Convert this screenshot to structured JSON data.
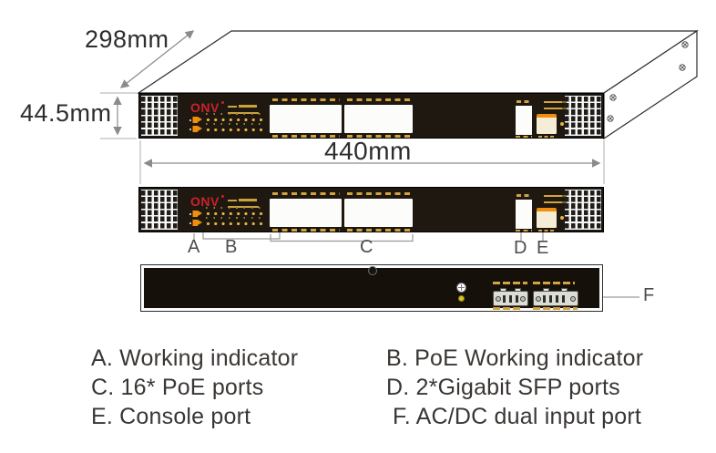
{
  "dimensions": {
    "depth": "298mm",
    "height": "44.5mm",
    "width": "440mm"
  },
  "brand": {
    "logo": "ONV"
  },
  "callouts": {
    "a": "A",
    "b": "B",
    "c": "C",
    "d": "D",
    "e": "E",
    "f": "F"
  },
  "legend": {
    "left": [
      "A. Working indicator",
      "C. 16* PoE ports",
      "E. Console port"
    ],
    "right": [
      "B. PoE Working indicator",
      "D. 2*Gigabit SFP ports",
      "F. AC/DC dual input port"
    ]
  },
  "colors": {
    "panel_black": "#1f1810",
    "gold": "#d2a440",
    "logo_red": "#c8232b",
    "console_orange": "#ef8f0c",
    "dimension_line_gray": "#8b8b8b"
  }
}
